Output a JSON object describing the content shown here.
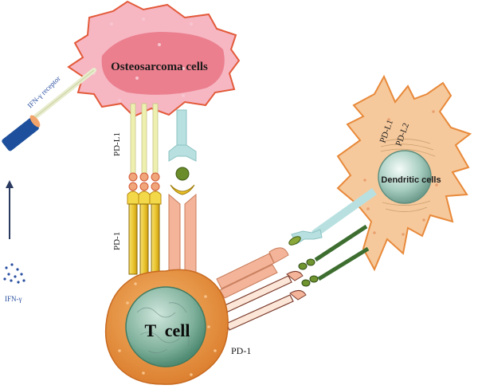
{
  "labels": {
    "osteosarcoma": "Osteosarcoma cells",
    "dendritic": "Dendritic cells",
    "t_cell": "T  cell",
    "ifn_receptor": "IFN-γ receptor",
    "ifn_gamma": "IFN-γ",
    "pd_l1_left": "PD-L1",
    "pd_1_left": "PD-1",
    "pd_l1_dc": "PD-L1",
    "pd_l2_dc": "PD-L2",
    "pd_1_bottom": "PD-1"
  },
  "colors": {
    "osteosarcoma_fill": "#f4a3b2",
    "osteosarcoma_nucleus": "#e8707f",
    "osteosarcoma_outline": "#e35a3a",
    "dendritic_fill": "#f6c89a",
    "dendritic_outline": "#e8893a",
    "t_cell_fill": "#e8953f",
    "nucleus_teal": "#6fa38e",
    "pd_l1_stalk": "#f0f0a8",
    "pd_l2_light_blue": "#b8e0e0",
    "pd_1_yellow": "#f1d239",
    "salmon_receptor": "#f3b49a",
    "dark_green": "#3d6e30",
    "ifn_receptor_blue": "#1d4f9c",
    "arrow_navy": "#2a3a60"
  }
}
